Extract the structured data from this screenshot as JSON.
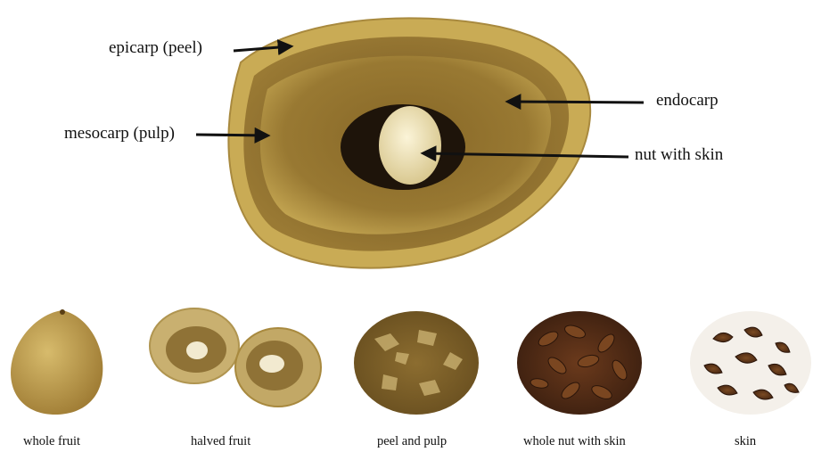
{
  "main_figure": {
    "labels": {
      "epicarp": "epicarp (peel)",
      "mesocarp": "mesocarp (pulp)",
      "endocarp": "endocarp",
      "nut": "nut with skin"
    }
  },
  "samples": [
    {
      "caption": "whole fruit"
    },
    {
      "caption": "halved fruit"
    },
    {
      "caption": "peel and pulp"
    },
    {
      "caption": "whole nut with skin"
    },
    {
      "caption": "skin"
    }
  ],
  "colors": {
    "peel": "#c8a84e",
    "pulp": "#8a6a2a",
    "nut": "#efe3b8",
    "nut_dark": "#4a2a16",
    "arrow": "#111111"
  }
}
